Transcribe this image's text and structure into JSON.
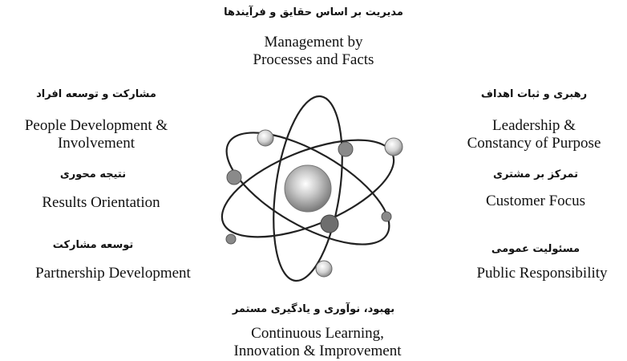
{
  "top": {
    "fa": "مدیریت بر اساس حقایق و فرآیندها",
    "en": [
      "Management by",
      "Processes and Facts"
    ]
  },
  "left": [
    {
      "fa": "مشارکت و توسعه افراد",
      "en": [
        "People Development &",
        "Involvement"
      ]
    },
    {
      "fa": "نتیجه محوری",
      "en": [
        "Results Orientation"
      ]
    },
    {
      "fa": "توسعه مشارکت",
      "en": [
        "Partnership Development"
      ]
    }
  ],
  "right": [
    {
      "fa": "رهبری و ثبات اهداف",
      "en": [
        "Leadership &",
        "Constancy of Purpose"
      ]
    },
    {
      "fa": "تمرکز بر مشتری",
      "en": [
        "Customer Focus"
      ]
    },
    {
      "fa": "مسئولیت عمومی",
      "en": [
        "Public Responsibility"
      ]
    }
  ],
  "bottom": {
    "fa": "بهبود، نوآوری و یادگیری مستمر",
    "en": [
      "Continuous Learning,",
      "Innovation & Improvement"
    ]
  },
  "atom": {
    "icon": "atom-icon",
    "nucleus_color": "#9a9a9a",
    "orbit_color": "#222222"
  }
}
